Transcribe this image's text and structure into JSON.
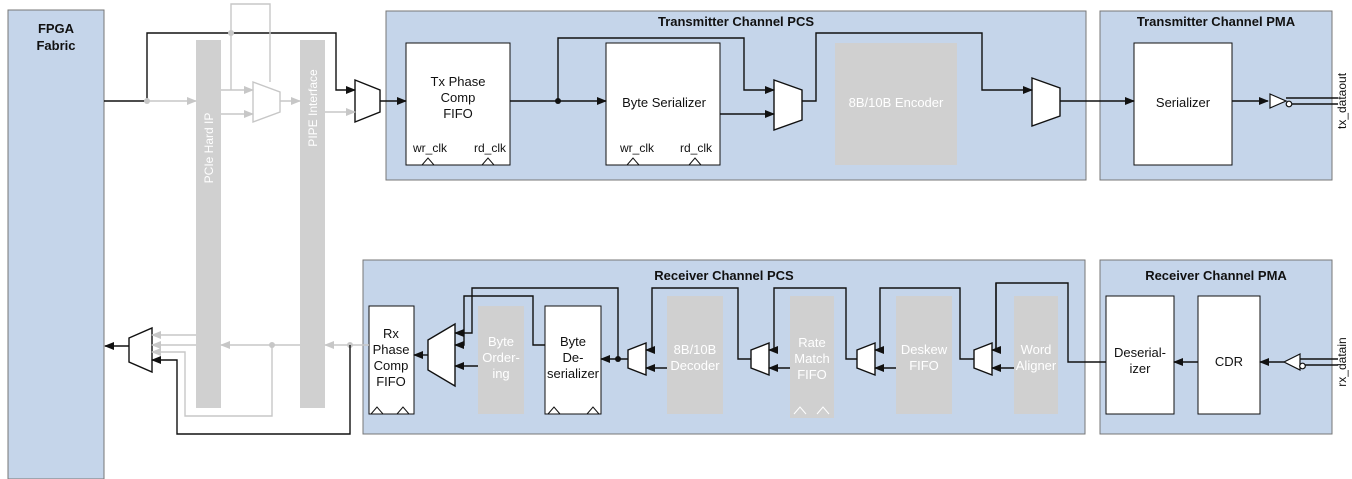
{
  "fpga": {
    "line1": "FPGA",
    "line2": "Fabric"
  },
  "pcie_hard_ip": "PCIe Hard IP",
  "pipe_interface": "PIPE Interface",
  "tx_pcs": {
    "title": "Transmitter Channel PCS",
    "phase_fifo": {
      "lines": [
        "Tx Phase",
        "Comp",
        "FIFO"
      ],
      "wr_clk": "wr_clk",
      "rd_clk": "rd_clk"
    },
    "byte_serializer": {
      "label": "Byte Serializer",
      "wr_clk": "wr_clk",
      "rd_clk": "rd_clk"
    },
    "encoder": "8B/10B Encoder"
  },
  "tx_pma": {
    "title": "Transmitter Channel PMA",
    "serializer": "Serializer",
    "pin": "tx_dataout"
  },
  "rx_pcs": {
    "title": "Receiver Channel PCS",
    "phase_fifo": [
      "Rx",
      "Phase",
      "Comp",
      "FIFO"
    ],
    "byte_ordering": [
      "Byte",
      "Order-",
      "ing"
    ],
    "byte_deserializer": [
      "Byte",
      "De-",
      "serializer"
    ],
    "decoder": [
      "8B/10B",
      "Decoder"
    ],
    "rate_match": [
      "Rate",
      "Match",
      "FIFO"
    ],
    "deskew": [
      "Deskew",
      "FIFO"
    ],
    "word_aligner": [
      "Word",
      "Aligner"
    ]
  },
  "rx_pma": {
    "title": "Receiver Channel PMA",
    "deserializer": [
      "Deserial-",
      "izer"
    ],
    "cdr": "CDR",
    "pin": "rx_datain"
  },
  "colors": {
    "panel": "#c5d5ea",
    "panel_border": "#777777",
    "gray_block": "#d0d0d0",
    "gray_wire": "#c7c7c7",
    "wire": "#111111"
  }
}
